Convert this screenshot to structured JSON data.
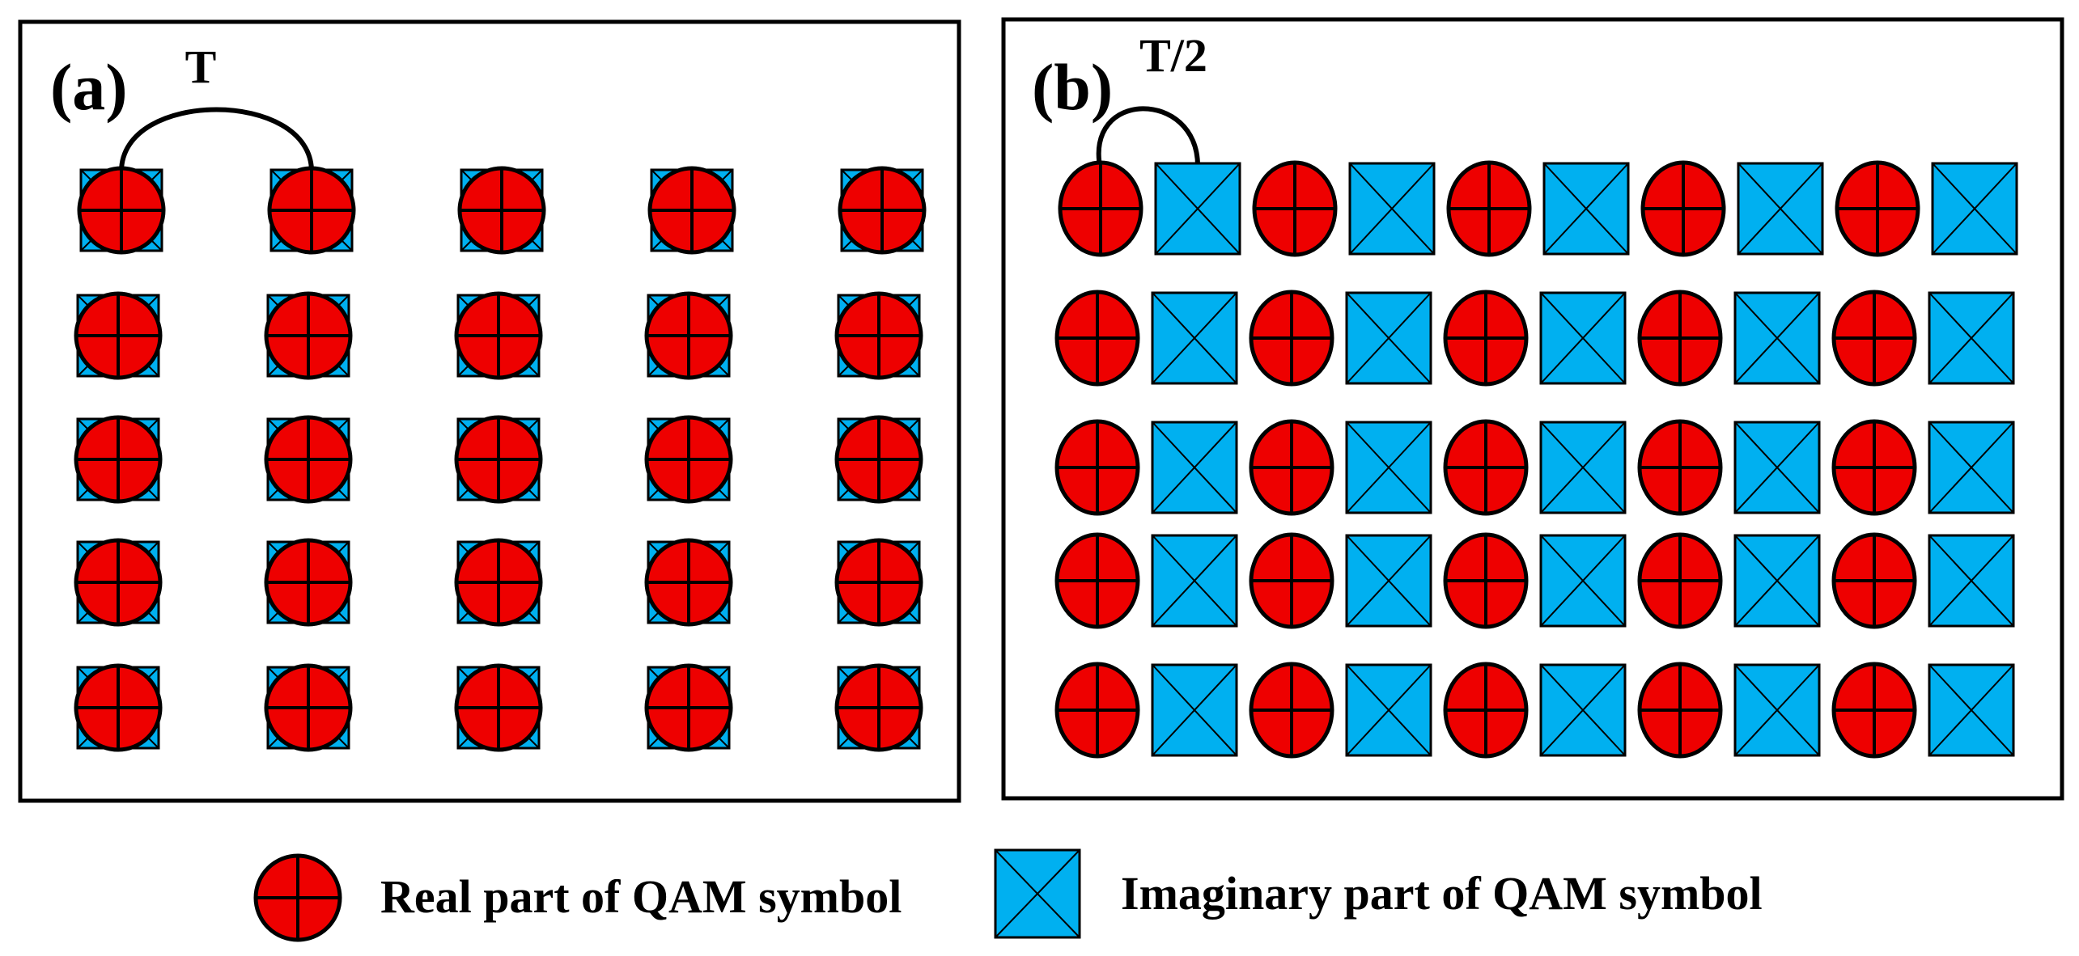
{
  "colors": {
    "real": "#ee0000",
    "imaginary": "#00b0f0",
    "stroke": "#000000",
    "background": "#ffffff"
  },
  "panel_a": {
    "label": "(a)",
    "spacing_label": "T",
    "rows": 5,
    "columns": 5,
    "symbol": "real-over-imaginary"
  },
  "panel_b": {
    "label": "(b)",
    "spacing_label": "T/2",
    "rows": 5,
    "columns": 10,
    "pattern": [
      "real",
      "imaginary"
    ]
  },
  "legend": {
    "real_label": "Real part of QAM symbol",
    "real_icon": "red-circle-plus-icon",
    "imaginary_label": "Imaginary part of QAM symbol",
    "imaginary_icon": "blue-square-x-icon"
  }
}
